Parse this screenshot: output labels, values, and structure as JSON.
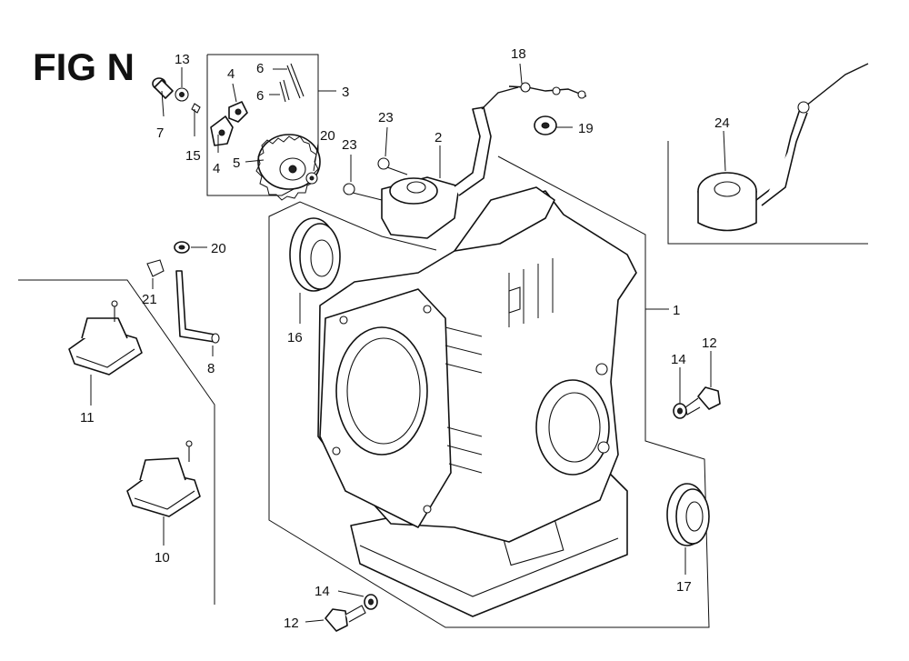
{
  "figure": {
    "title": "FIG N"
  },
  "callouts": {
    "c1": "1",
    "c2": "2",
    "c3": "3",
    "c4a": "4",
    "c4b": "4",
    "c5": "5",
    "c6a": "6",
    "c6b": "6",
    "c7": "7",
    "c8": "8",
    "c10": "10",
    "c11": "11",
    "c12a": "12",
    "c12b": "12",
    "c13": "13",
    "c14a": "14",
    "c14b": "14",
    "c15": "15",
    "c16": "16",
    "c17": "17",
    "c18": "18",
    "c19": "19",
    "c20a": "20",
    "c20b": "20",
    "c21": "21",
    "c23a": "23",
    "c23b": "23",
    "c24": "24"
  }
}
